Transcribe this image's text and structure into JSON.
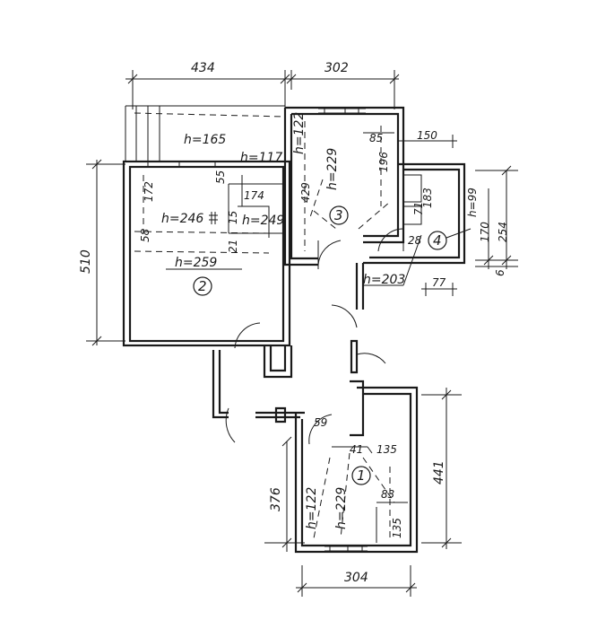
{
  "dimensions": {
    "top_left": "434",
    "top_mid": "302",
    "d150": "150",
    "d85": "85",
    "d196": "196",
    "d429": "429",
    "h122a": "h=122",
    "h229a": "h=229",
    "h165": "h=165",
    "h117": "h=117",
    "d55a": "55",
    "d172": "172",
    "d174": "174",
    "h246": "h=246",
    "d15": "15",
    "h249": "h=249",
    "d58": "58",
    "d21": "21",
    "h259": "h=259",
    "d510": "510",
    "d183": "183",
    "h99": "h=99",
    "d170": "170",
    "d254": "254",
    "d6": "6",
    "d28": "28",
    "h203": "h=203",
    "d77": "77",
    "d59": "59",
    "d41": "41",
    "d135a": "135",
    "d83": "83",
    "d135b": "135",
    "h122b": "h=122",
    "h229b": "h=229",
    "d376": "376",
    "d441": "441",
    "d304": "304",
    "d71": "71"
  },
  "rooms": {
    "r1": "1",
    "r2": "2",
    "r3": "3",
    "r4": "4"
  }
}
